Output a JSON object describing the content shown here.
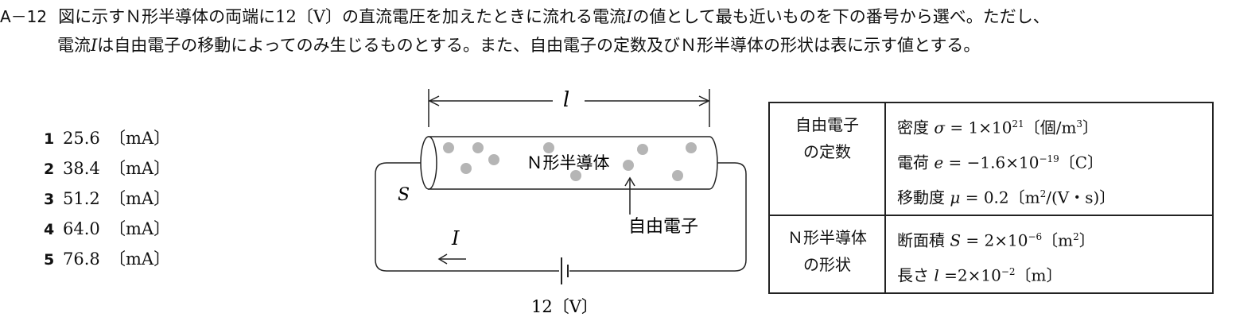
{
  "question": {
    "number": "A－12",
    "line1": "図に示すＮ形半導体の両端に12〔V〕の直流電圧を加えたときに流れる電流",
    "current_symbol": "I",
    "line1_tail": "の値として最も近いものを下の番号から選べ。ただし、",
    "line2_head": "電流",
    "line2": "は自由電子の移動によってのみ生じるものとする。また、自由電子の定数及びＮ形半導体の形状は表に示す値とする。"
  },
  "choices": [
    {
      "num": "1",
      "value": "25.6",
      "unit": "〔mA〕"
    },
    {
      "num": "2",
      "value": "38.4",
      "unit": "〔mA〕"
    },
    {
      "num": "3",
      "value": "51.2",
      "unit": "〔mA〕"
    },
    {
      "num": "4",
      "value": "64.0",
      "unit": "〔mA〕"
    },
    {
      "num": "5",
      "value": "76.8",
      "unit": "〔mA〕"
    }
  ],
  "diagram": {
    "length_label": "l",
    "body_label": "Ｎ形半導体",
    "electron_label": "自由電子",
    "area_label": "S",
    "current_label": "I",
    "voltage_label": "12〔V〕"
  },
  "table": {
    "row1_head_a": "自由電子",
    "row1_head_b": "の定数",
    "density": {
      "name": "密度",
      "sym": "σ",
      "eq": " = 1×10",
      "exp": "21",
      "unit": "〔個/m",
      "unit_exp": "3",
      "unit_tail": "〕"
    },
    "charge": {
      "name": "電荷",
      "sym": "e",
      "eq": " = −1.6×10",
      "exp": "−19",
      "unit": "〔C〕"
    },
    "mobility": {
      "name": "移動度",
      "sym": "μ",
      "eq": " = 0.2〔m",
      "exp": "2",
      "unit": "/(V・s)〕"
    },
    "row2_head_a": "Ｎ形半導体",
    "row2_head_b": "の形状",
    "area": {
      "name": "断面積",
      "sym": "S",
      "eq": " = 2×10",
      "exp": "−6",
      "unit": "〔m",
      "unit_exp": "2",
      "unit_tail": "〕"
    },
    "length": {
      "name": "長さ",
      "sym": "l",
      "eq": " =2×10",
      "exp": "−2",
      "unit": "〔m〕"
    }
  }
}
